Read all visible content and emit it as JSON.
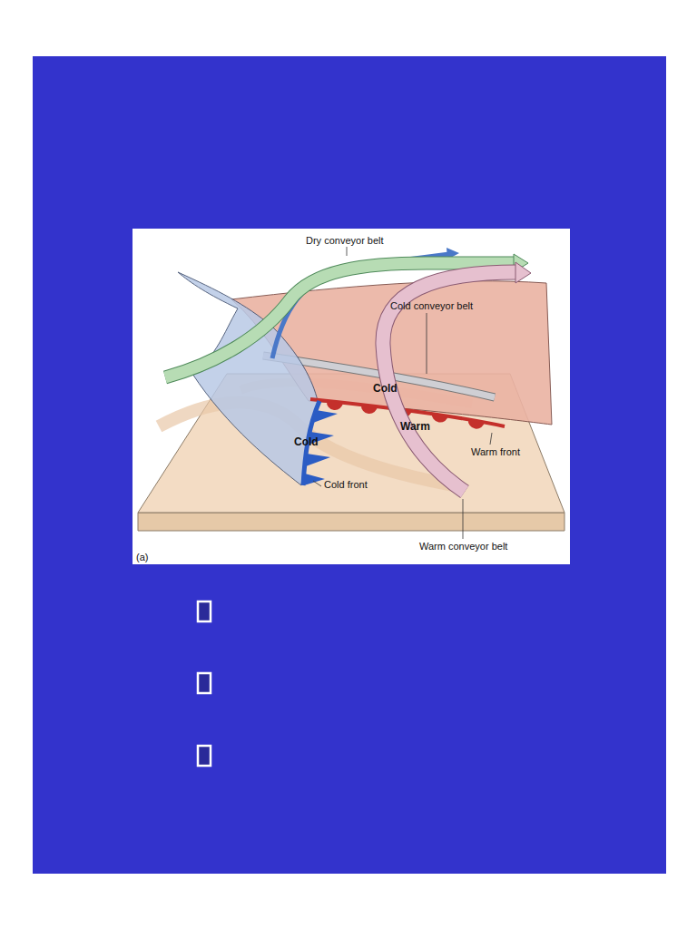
{
  "diagram": {
    "labels": [
      "Dry conveyor belt",
      "Cold conveyor belt",
      "Cold",
      "Warm",
      "Warm front",
      "Cold",
      "Cold front",
      "Warm conveyor belt",
      "(a)"
    ]
  }
}
